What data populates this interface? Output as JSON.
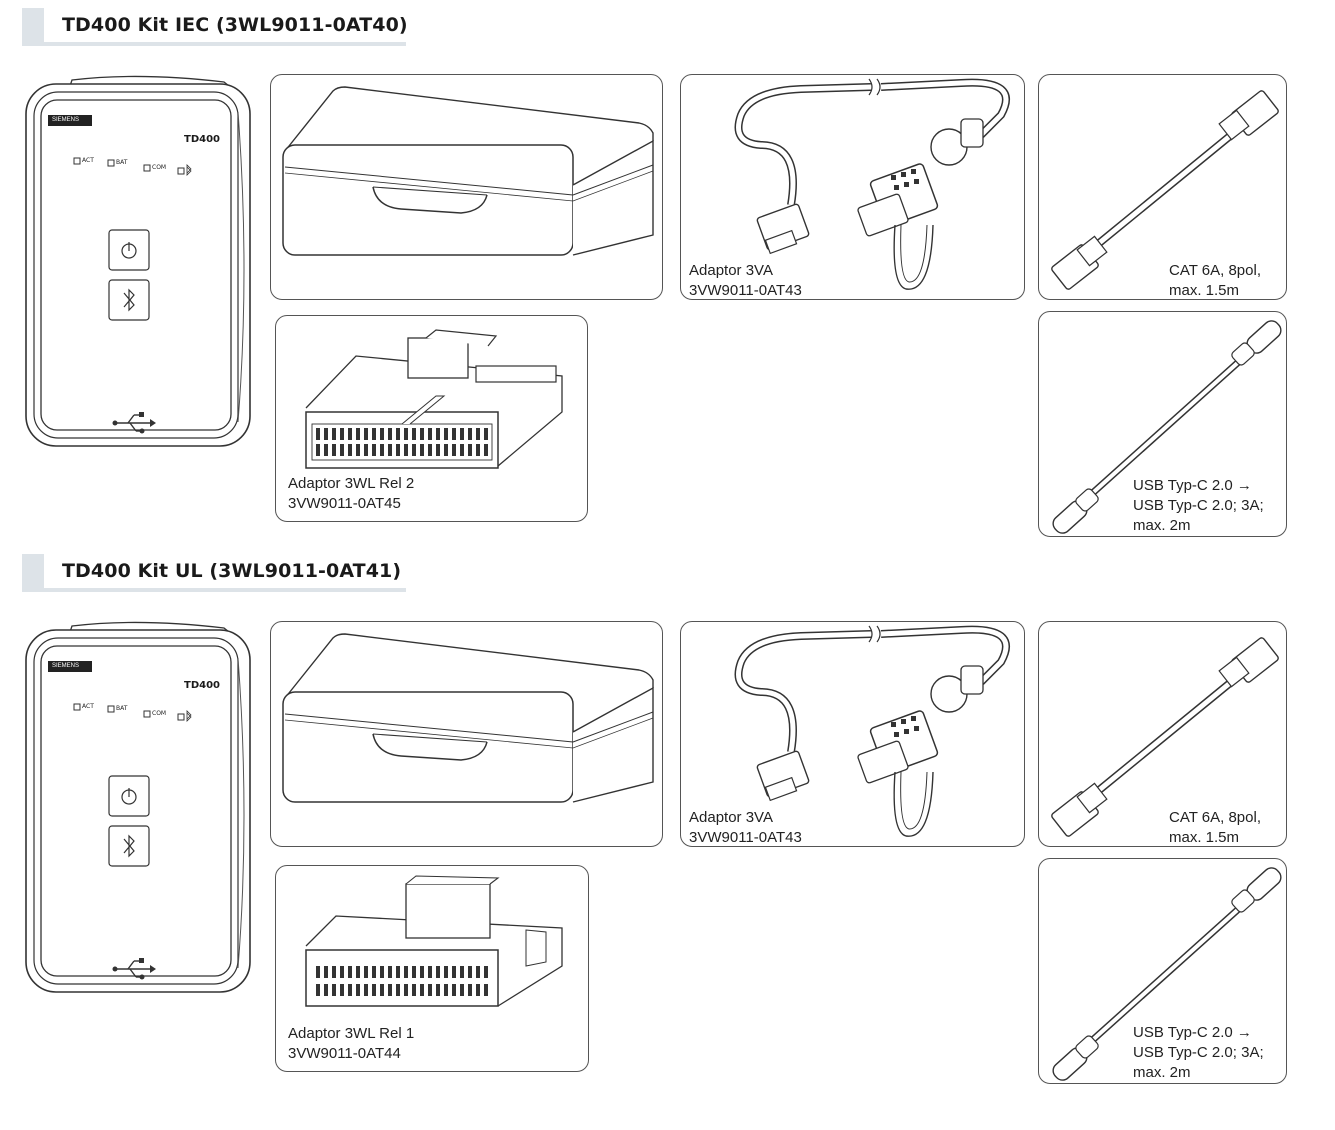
{
  "sections": [
    {
      "title": "TD400 Kit IEC (3WL9011-0AT40)",
      "device": {
        "model": "TD400",
        "brand": "SIEMENS",
        "leds": [
          "ACT",
          "BAT",
          "COM"
        ]
      },
      "items": {
        "case": {},
        "adaptor_3va": {
          "line1": "Adaptor 3VA",
          "line2": "3VW9011-0AT43"
        },
        "cat_cable": {
          "line1": "CAT 6A, 8pol,",
          "line2": "max. 1.5m"
        },
        "adaptor_3wl": {
          "line1": "Adaptor 3WL Rel 2",
          "line2": "3VW9011-0AT45"
        },
        "usb_cable": {
          "line1": "USB Typ-C 2.0 →",
          "line2": "USB Typ-C 2.0; 3A;",
          "line3": "max. 2m"
        }
      }
    },
    {
      "title": "TD400 Kit UL (3WL9011-0AT41)",
      "device": {
        "model": "TD400",
        "brand": "SIEMENS",
        "leds": [
          "ACT",
          "BAT",
          "COM"
        ]
      },
      "items": {
        "case": {},
        "adaptor_3va": {
          "line1": "Adaptor 3VA",
          "line2": "3VW9011-0AT43"
        },
        "cat_cable": {
          "line1": "CAT 6A, 8pol,",
          "line2": "max. 1.5m"
        },
        "adaptor_3wl": {
          "line1": "Adaptor 3WL Rel 1",
          "line2": "3VW9011-0AT44"
        },
        "usb_cable": {
          "line1": "USB Typ-C 2.0 →",
          "line2": "USB Typ-C 2.0; 3A;",
          "line3": "max. 2m"
        }
      }
    }
  ]
}
